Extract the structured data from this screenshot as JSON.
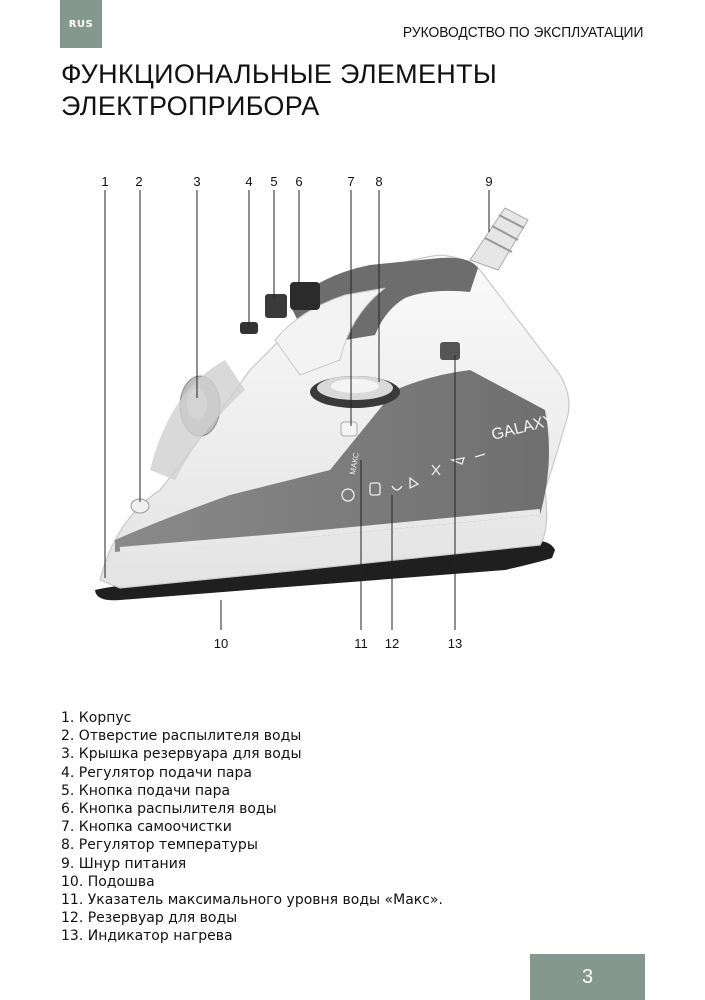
{
  "header": {
    "lang_tab": "RUS",
    "title": "РУКОВОДСТВО ПО ЭКСПЛУАТАЦИИ"
  },
  "page_title": {
    "line1": "ФУНКЦИОНАЛЬНЫЕ ЭЛЕМЕНТЫ",
    "line2": "ЭЛЕКТРОПРИБОРА"
  },
  "figure": {
    "brand": "GALAXY",
    "max_mark": "МАКС",
    "callouts": [
      "1",
      "2",
      "3",
      "4",
      "5",
      "6",
      "7",
      "8",
      "9",
      "10",
      "11",
      "12",
      "13"
    ]
  },
  "parts": [
    "1. Корпус",
    "2. Отверстие распылителя воды",
    "3. Крышка резервуара для воды",
    "4. Регулятор подачи пара",
    "5. Кнопка подачи пара",
    "6. Кнопка распылителя воды",
    "7. Кнопка самоочистки",
    "8. Регулятор температуры",
    "9. Шнур питания",
    "10.  Подошва",
    "11. Указатель максимального уровня воды «Макс».",
    "12. Резервуар для воды",
    "13. Индикатор нагрева"
  ],
  "footer": {
    "page_number": "3"
  }
}
